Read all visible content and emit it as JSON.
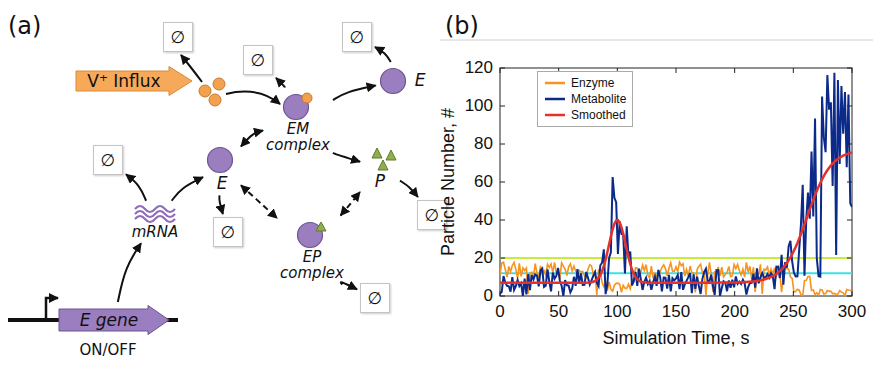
{
  "diagram": {
    "nodes": [
      {
        "text": [
          "∅"
        ]
      },
      {
        "text": [
          "∅"
        ]
      },
      {
        "text": [
          "∅"
        ]
      },
      {
        "text": [
          "V⁺ Influx"
        ]
      },
      {
        "text": [
          "E"
        ]
      },
      {
        "text": [
          "EM complex"
        ]
      },
      {
        "text": [
          "E"
        ]
      },
      {
        "text": [
          "P"
        ]
      },
      {
        "text": [
          "∅"
        ]
      },
      {
        "text": [
          "∅"
        ]
      },
      {
        "text": [
          "mRNA"
        ]
      },
      {
        "text": [
          "∅"
        ]
      },
      {
        "text": [
          "EP complex"
        ]
      },
      {
        "text": [
          "∅"
        ]
      },
      {
        "text": [
          "E gene"
        ]
      }
    ],
    "edges": [
      {
        "from": 14,
        "to": 10,
        "arrow": "to"
      },
      {
        "from": 10,
        "to": 8,
        "arrow": "to"
      },
      {
        "from": 10,
        "to": 6,
        "arrow": "to"
      },
      {
        "from": 6,
        "to": 11,
        "arrow": "to"
      },
      {
        "from": 6,
        "to": 5,
        "arrow": "both"
      },
      {
        "from": 5,
        "to": 2,
        "arrow": "to"
      },
      {
        "from": 5,
        "to": 4,
        "arrow": "to"
      },
      {
        "from": 5,
        "to": 7,
        "arrow": "to"
      },
      {
        "from": 7,
        "to": 9,
        "arrow": "to"
      },
      {
        "from": 6,
        "to": 12,
        "arrow": "both"
      },
      {
        "from": 12,
        "to": 7,
        "arrow": "both"
      },
      {
        "from": 12,
        "to": 13,
        "arrow": "to"
      },
      {
        "from": 4,
        "to": 1,
        "arrow": "to"
      }
    ],
    "labels": [
      "(a)",
      "ON/OFF",
      "(b)",
      "0",
      "20",
      "40",
      "60",
      "80",
      "100",
      "120",
      "0",
      "50",
      "100",
      "150",
      "200",
      "250",
      "300",
      "Simulation Time, s",
      "Particle Number, #"
    ],
    "legend": [
      {
        "text": "Enzyme"
      },
      {
        "text": "Metabolite"
      },
      {
        "text": "Smoothed"
      }
    ]
  }
}
